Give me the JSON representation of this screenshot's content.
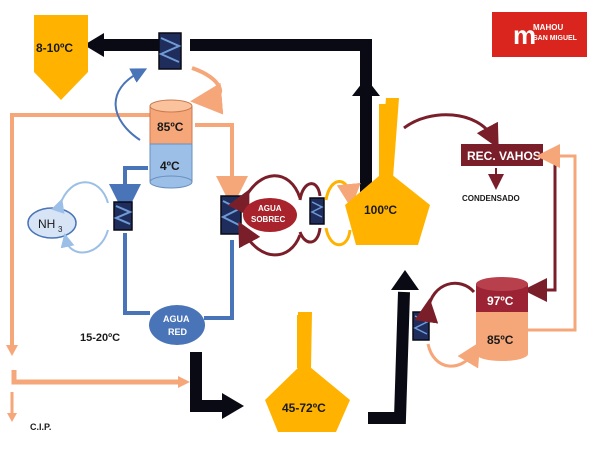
{
  "brand": {
    "name_line1": "MAHOU",
    "name_line2": "SAN MIGUEL",
    "color": "#d9251d"
  },
  "tanks": {
    "top_left_temp": "8-10ºC",
    "upper_hot": "85ºC",
    "upper_cold": "4ºC",
    "center": "100ºC",
    "bottom_center": "45-72ºC",
    "right_top": "97ºC",
    "right_bottom": "85ºC"
  },
  "labels": {
    "nh3_main": "NH",
    "nh3_sub": "3",
    "agua_red_1": "AGUA",
    "agua_red_2": "RED",
    "agua_sobrec_1": "AGUA",
    "agua_sobrec_2": "SOBREC",
    "rec_vahos": "REC. VAHOS",
    "condensado": "CONDENSADO",
    "temp_left": "15-20ºC",
    "cip": "C.I.P."
  },
  "colors": {
    "orange": "#ffb300",
    "salmon": "#f6a77a",
    "blue": "#4a74b8",
    "light_blue": "#9bbfe6",
    "maroon": "#7a1f2a",
    "dark": "#0a0a14",
    "navy": "#1f2d5c"
  }
}
